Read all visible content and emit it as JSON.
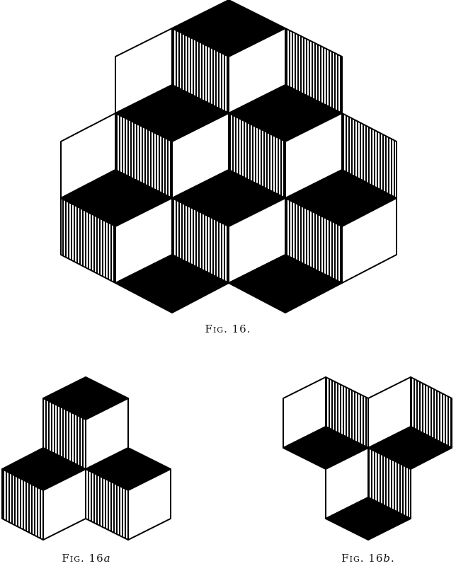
{
  "figures": [
    {
      "id": "fig16",
      "caption_prefix": "F",
      "caption_small": "IG",
      "caption_rest": ". 16."
    },
    {
      "id": "fig16a",
      "caption_prefix": "F",
      "caption_small": "IG",
      "caption_rest": ". 16",
      "caption_suffix": "a"
    },
    {
      "id": "fig16b",
      "caption_prefix": "F",
      "caption_small": "IG",
      "caption_rest": ". 16",
      "caption_suffix": "b",
      "caption_end": "."
    }
  ],
  "colors": {
    "ink": "#000000",
    "paper": "#ffffff"
  }
}
